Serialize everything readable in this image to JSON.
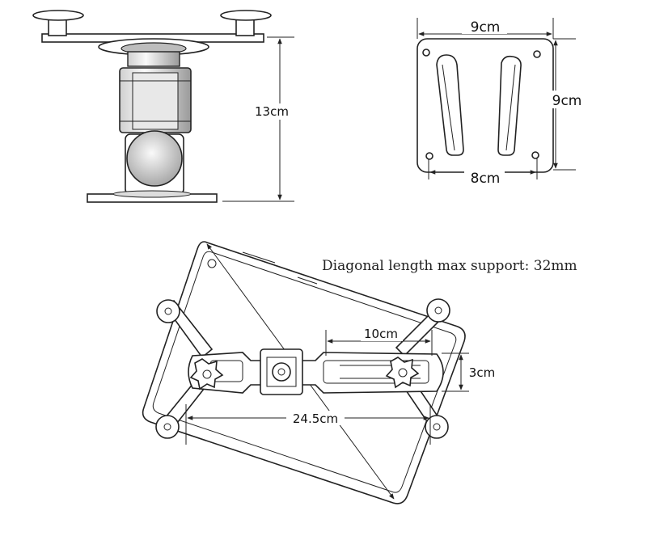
{
  "side_view": {
    "height_label": "13cm"
  },
  "plate_view": {
    "width_top_label": "9cm",
    "height_label": "9cm",
    "hole_spacing_label": "8cm"
  },
  "bracket_view": {
    "note": "Diagonal length max support: 32mm",
    "slot_length_label": "10cm",
    "slot_height_label": "3cm",
    "span_label": "24.5cm"
  }
}
